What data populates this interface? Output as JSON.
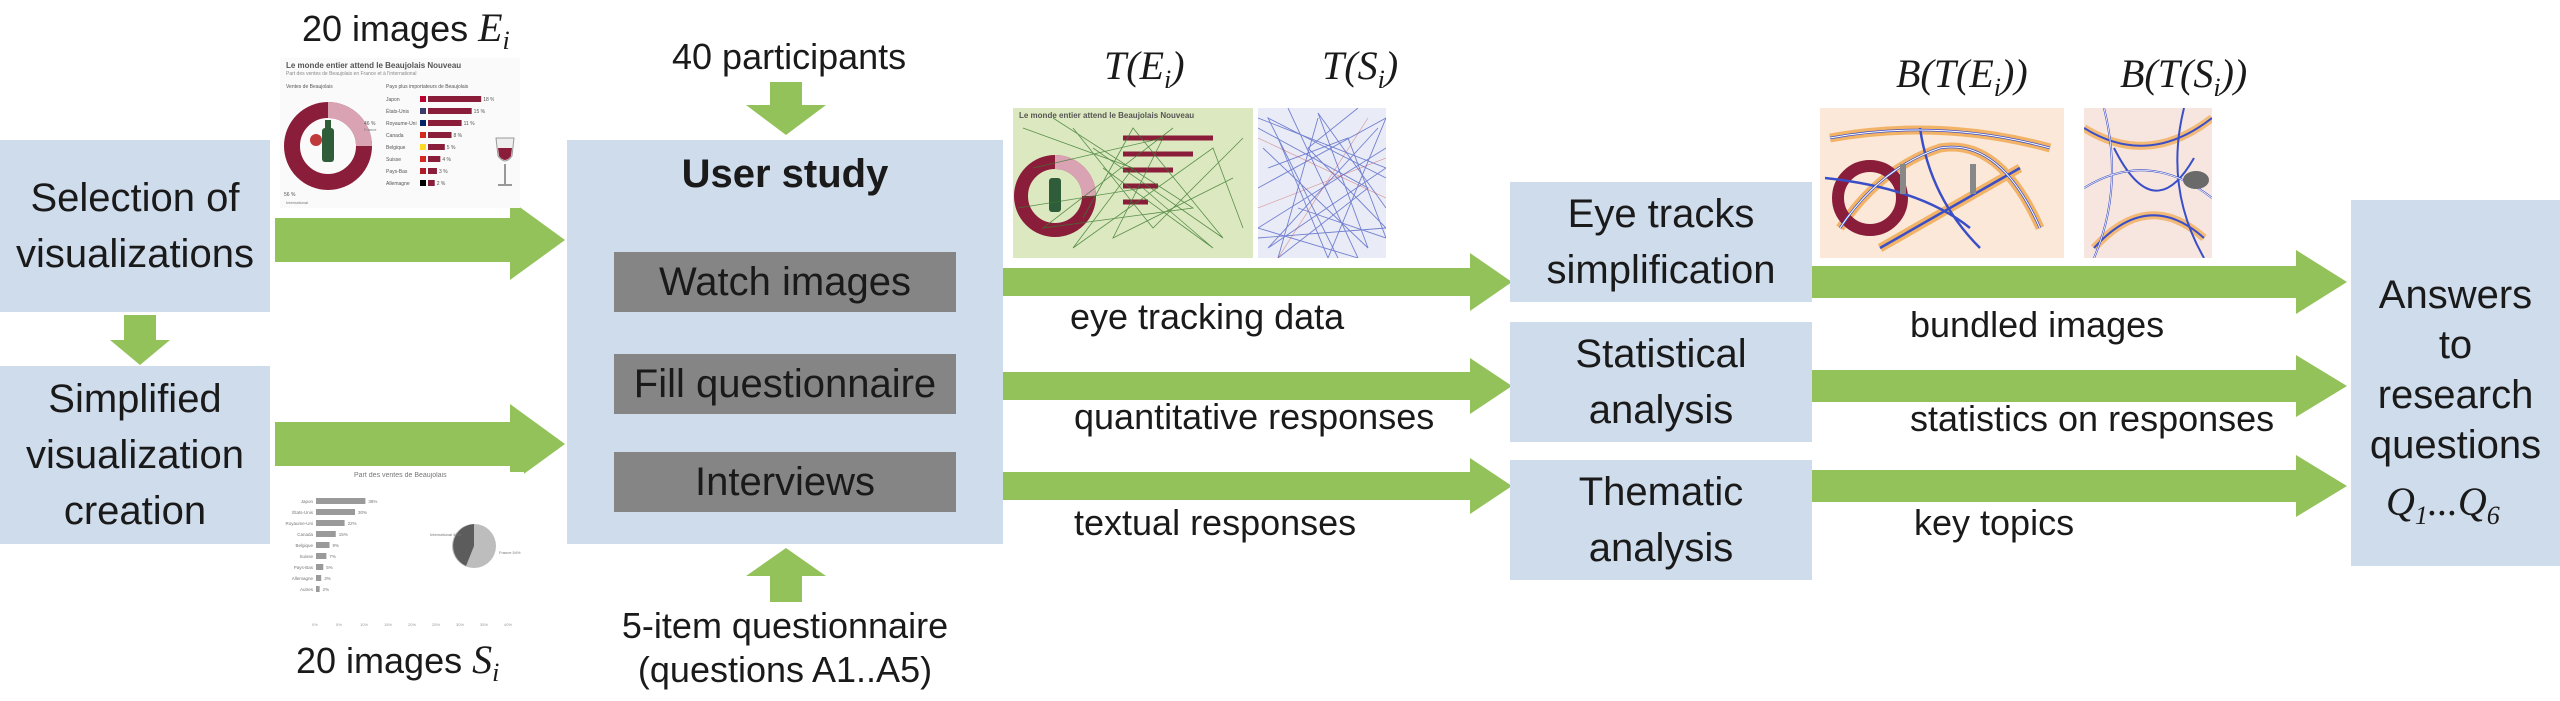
{
  "colors": {
    "box": "#cfdcec",
    "gray_box": "#858585",
    "arrow": "#93c25a"
  },
  "selection_box": "Selection of\nvisualizations",
  "simplified_box": "Simplified\nvisualization\ncreation",
  "images_e": {
    "count": "20 images ",
    "var": "E",
    "sub": "i"
  },
  "images_s": {
    "count": "20 images ",
    "var": "S",
    "sub": "i"
  },
  "participants": "40 participants",
  "user_study": {
    "title": "User study",
    "watch": "Watch images",
    "fill": "Fill questionnaire",
    "interviews": "Interviews"
  },
  "questionnaire": "5-item questionnaire\n(questions A1..A5)",
  "arrow_labels": {
    "eye_tracking": "eye tracking data",
    "quantitative": "quantitative responses",
    "textual": "textual responses",
    "bundled": "bundled images",
    "statistics": "statistics on responses",
    "key_topics": "key topics"
  },
  "middle_boxes": {
    "eye_tracks": "Eye tracks\nsimplification",
    "statistical": "Statistical\nanalysis",
    "thematic": "Thematic\nanalysis"
  },
  "answers": {
    "text": "Answers\nto\nresearch\nquestions",
    "q1": "Q",
    "q1_sub": "1",
    "dots": "...",
    "q6": "Q",
    "q6_sub": "6"
  },
  "math_labels": {
    "t_e": {
      "pre": "T(",
      "var": "E",
      "sub": "i",
      "post": ")"
    },
    "t_s": {
      "pre": "T(",
      "var": "S",
      "sub": "i",
      "post": ")"
    },
    "b_e": {
      "pre": "B(T(",
      "var": "E",
      "sub": "i",
      "post": "))"
    },
    "b_s": {
      "pre": "B(T(",
      "var": "S",
      "sub": "i",
      "post": "))"
    }
  },
  "thumb_e": {
    "title": "Le monde entier attend le Beaujolais Nouveau",
    "subtitle": "Part des ventes de Beaujolais en France et à l'international",
    "left_label": "Ventes de Beaujolais",
    "right_label": "Pays plus importateurs de Beaujolais",
    "france": "46 %",
    "intl": "France",
    "bottom": "56 %",
    "bottom_label": "International",
    "bars": [
      {
        "c": "Japon",
        "v": 0.95,
        "t": "18 %"
      },
      {
        "c": "États-Unis",
        "v": 0.78,
        "t": "15 %"
      },
      {
        "c": "Royaume-Uni",
        "v": 0.6,
        "t": "11 %"
      },
      {
        "c": "Canada",
        "v": 0.42,
        "t": "8 %"
      },
      {
        "c": "Belgique",
        "v": 0.3,
        "t": "5 %"
      },
      {
        "c": "Suisse",
        "v": 0.22,
        "t": "4 %"
      },
      {
        "c": "Pays-Bas",
        "v": 0.16,
        "t": "3 %"
      },
      {
        "c": "Allemagne",
        "v": 0.12,
        "t": "2 %"
      }
    ]
  },
  "thumb_s": {
    "title": "Part des ventes de Beaujolais",
    "bars": [
      {
        "c": "Japon",
        "v": 0.95,
        "t": "38%"
      },
      {
        "c": "États-Unis",
        "v": 0.75,
        "t": "30%"
      },
      {
        "c": "Royaume-Uni",
        "v": 0.55,
        "t": "22%"
      },
      {
        "c": "Canada",
        "v": 0.38,
        "t": "15%"
      },
      {
        "c": "Belgique",
        "v": 0.26,
        "t": "9%"
      },
      {
        "c": "Suisse",
        "v": 0.2,
        "t": "7%"
      },
      {
        "c": "Pays-Bas",
        "v": 0.14,
        "t": "5%"
      },
      {
        "c": "Allemagne",
        "v": 0.1,
        "t": "3%"
      },
      {
        "c": "Autres",
        "v": 0.07,
        "t": "2%"
      }
    ],
    "ticks": [
      "0%",
      "5%",
      "10%",
      "15%",
      "20%",
      "25%",
      "30%",
      "35%",
      "40%"
    ],
    "pie_left": "International\n46%",
    "pie_right": "France 54%"
  }
}
